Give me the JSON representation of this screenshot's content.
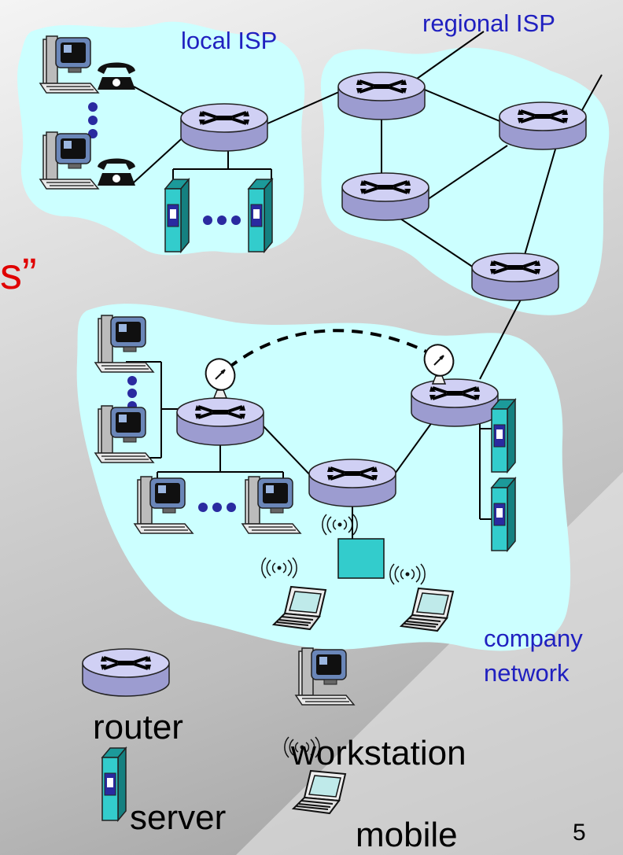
{
  "labels": {
    "regional_isp": "regional ISP",
    "local_isp": "local ISP",
    "company": "company",
    "network": "network",
    "quote_fragment": "s”"
  },
  "legend": {
    "router": "router",
    "workstation": "workstation",
    "server": "server",
    "mobile": "mobile"
  },
  "page_number": "5",
  "colors": {
    "cloud": "#ccffff",
    "router_body": "#c8c8f0",
    "server": "#33cccc",
    "label_blue": "#2020c0",
    "accent_red": "#e00000"
  },
  "icons": [
    "router-icon",
    "workstation-icon",
    "server-icon",
    "mobile-icon",
    "telephone-icon",
    "satellite-dish-icon",
    "wireless-base-station-icon"
  ]
}
